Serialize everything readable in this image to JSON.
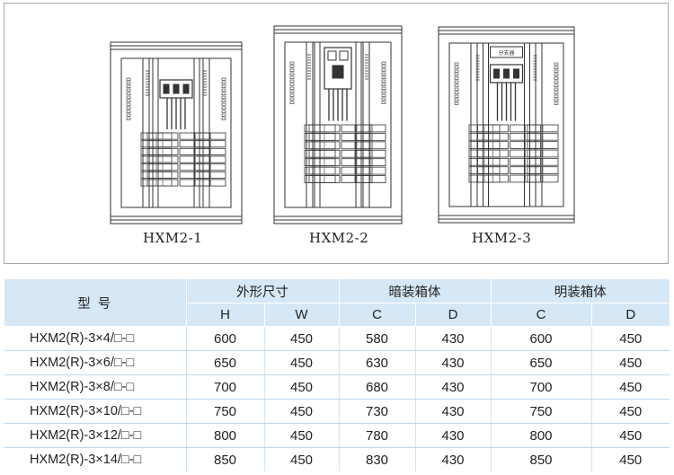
{
  "drawings": {
    "captions": [
      "HXM2-1",
      "HXM2-2",
      "HXM2-3"
    ],
    "branch_label": "分支器"
  },
  "table": {
    "model_header": "型    号",
    "groups": [
      "外形尺寸",
      "暗装箱体",
      "明装箱体"
    ],
    "subheaders": [
      "H",
      "W",
      "C",
      "D",
      "C",
      "D"
    ],
    "rows": [
      {
        "model": "HXM2(R)-3×4/□-□",
        "values": [
          "600",
          "450",
          "580",
          "430",
          "600",
          "450"
        ]
      },
      {
        "model": "HXM2(R)-3×6/□-□",
        "values": [
          "650",
          "450",
          "630",
          "430",
          "650",
          "450"
        ]
      },
      {
        "model": "HXM2(R)-3×8/□-□",
        "values": [
          "700",
          "450",
          "680",
          "430",
          "700",
          "450"
        ]
      },
      {
        "model": "HXM2(R)-3×10/□-□",
        "values": [
          "750",
          "450",
          "730",
          "430",
          "750",
          "450"
        ]
      },
      {
        "model": "HXM2(R)-3×12/□-□",
        "values": [
          "800",
          "450",
          "780",
          "430",
          "800",
          "450"
        ]
      },
      {
        "model": "HXM2(R)-3×14/□-□",
        "values": [
          "850",
          "450",
          "830",
          "430",
          "850",
          "450"
        ]
      }
    ]
  },
  "colors": {
    "header_bg": "#d6e8f6",
    "line": "#333333"
  }
}
